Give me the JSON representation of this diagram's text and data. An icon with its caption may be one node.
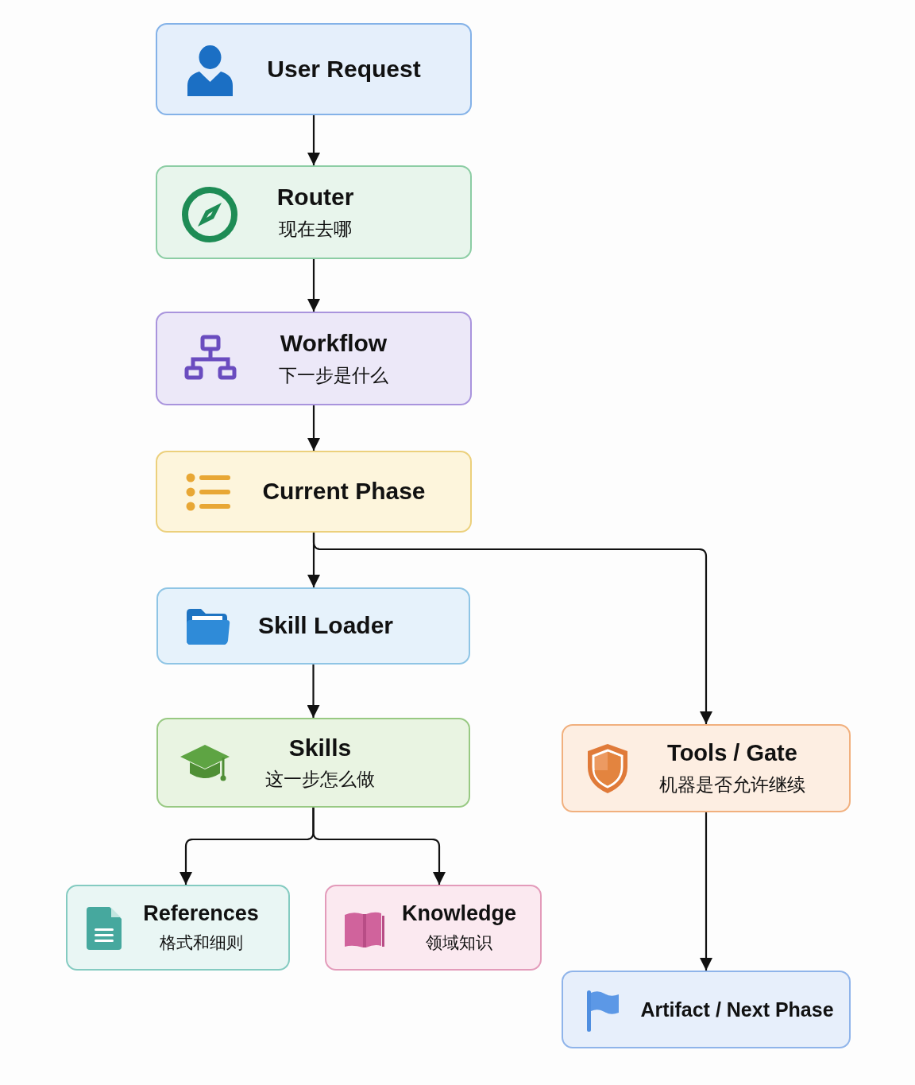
{
  "diagram": {
    "nodes": [
      {
        "text": [
          "User Request"
        ]
      },
      {
        "text": [
          "Router",
          "现在去哪"
        ]
      },
      {
        "text": [
          "Workflow",
          "下一步是什么"
        ]
      },
      {
        "text": [
          "Current Phase"
        ]
      },
      {
        "text": [
          "Skill Loader"
        ]
      },
      {
        "text": [
          "Skills",
          "这一步怎么做"
        ]
      },
      {
        "text": [
          "Tools / Gate",
          "机器是否允许继续"
        ]
      },
      {
        "text": [
          "References",
          "格式和细则"
        ]
      },
      {
        "text": [
          "Knowledge",
          "领域知识"
        ]
      },
      {
        "text": [
          "Artifact / Next Phase"
        ]
      }
    ],
    "edges": [
      {
        "from": 0,
        "to": 1,
        "arrow": "to"
      },
      {
        "from": 1,
        "to": 2,
        "arrow": "to"
      },
      {
        "from": 2,
        "to": 3,
        "arrow": "to"
      },
      {
        "from": 3,
        "to": 4,
        "arrow": "to"
      },
      {
        "from": 3,
        "to": 6,
        "arrow": "to"
      },
      {
        "from": 4,
        "to": 5,
        "arrow": "to"
      },
      {
        "from": 5,
        "to": 7,
        "arrow": "to"
      },
      {
        "from": 5,
        "to": 8,
        "arrow": "to"
      },
      {
        "from": 6,
        "to": 9,
        "arrow": "to"
      }
    ]
  }
}
